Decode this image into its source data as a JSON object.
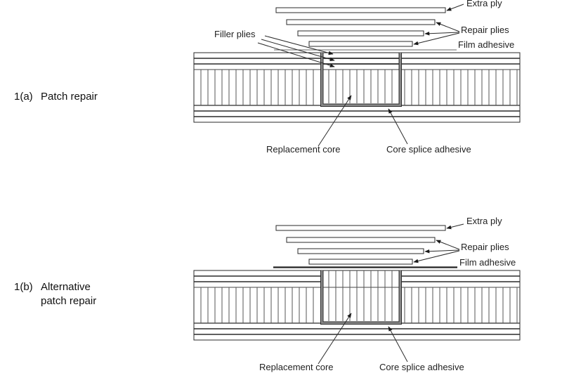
{
  "figures": [
    {
      "id": "1a",
      "number": "1(a)",
      "title_line1": "Patch repair",
      "title_line2": "",
      "labels": {
        "extra_ply": "Extra ply",
        "repair_plies": "Repair plies",
        "film_adhesive": "Film adhesive",
        "filler_plies": "Filler plies",
        "replacement_core": "Replacement core",
        "core_splice_adhesive": "Core splice adhesive"
      },
      "variant": "filler-plies"
    },
    {
      "id": "1b",
      "number": "1(b)",
      "title_line1": "Alternative",
      "title_line2": "patch repair",
      "labels": {
        "extra_ply": "Extra ply",
        "repair_plies": "Repair plies",
        "film_adhesive": "Film adhesive",
        "replacement_core": "Replacement core",
        "core_splice_adhesive": "Core splice adhesive"
      },
      "variant": "full-depth-core"
    }
  ],
  "colors": {
    "line": "#2a2a2a",
    "core_line": "#555555",
    "adhesive": "#8a8a8a",
    "background": "#ffffff"
  }
}
